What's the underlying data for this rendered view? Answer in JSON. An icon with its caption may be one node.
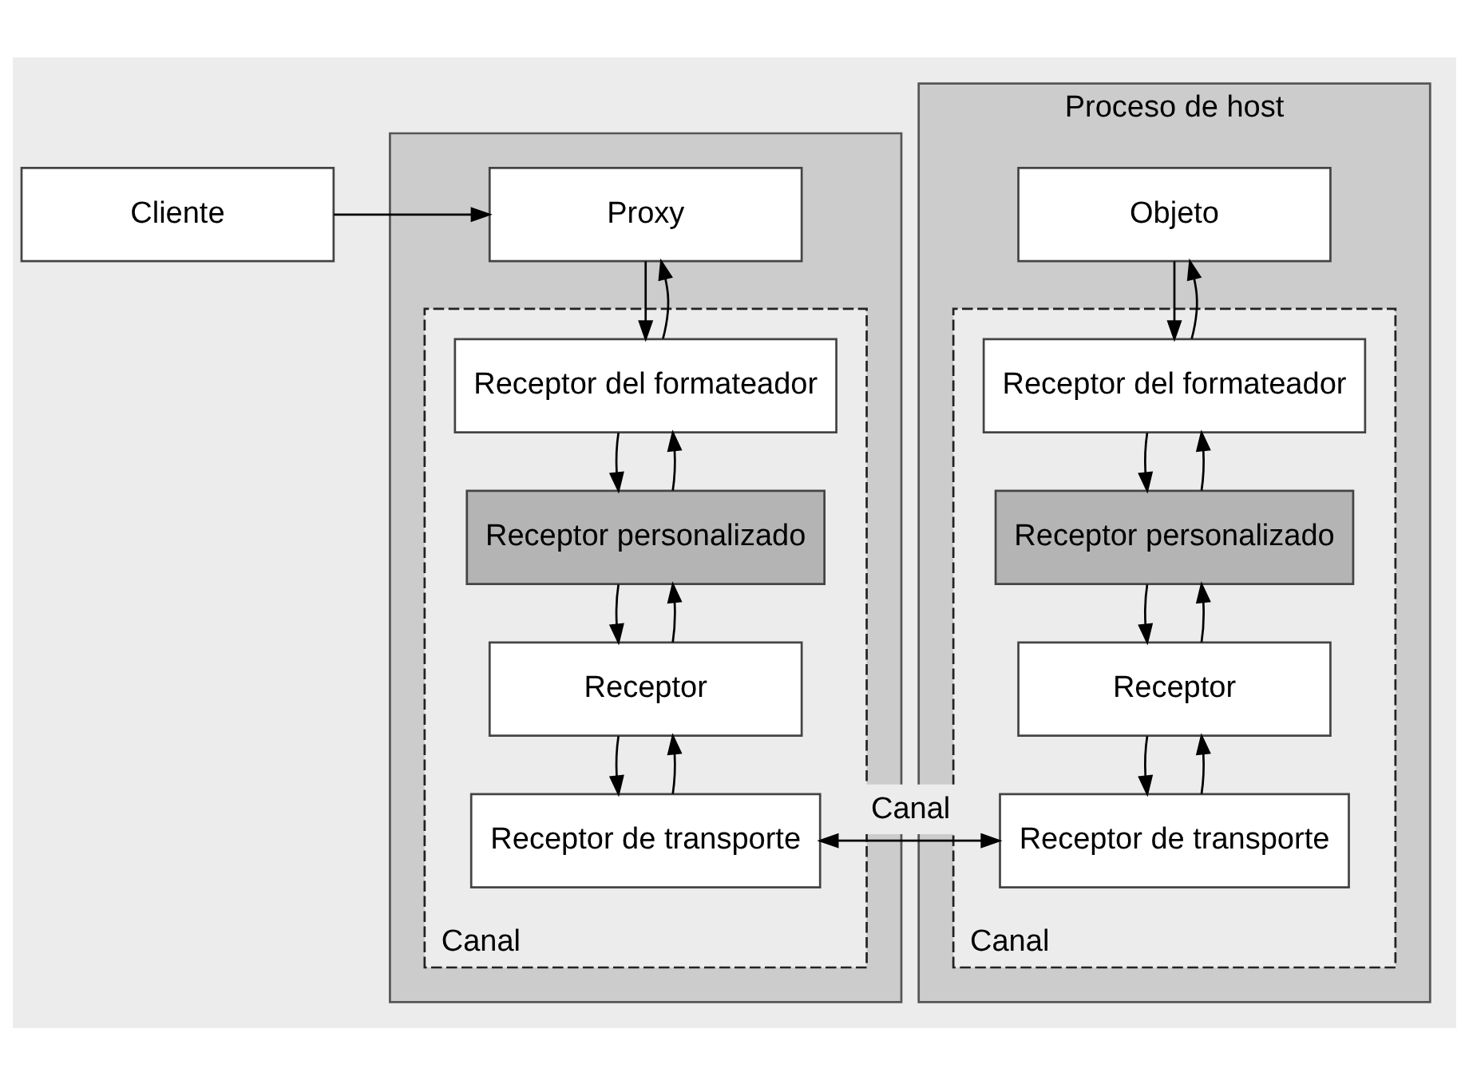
{
  "diagram": {
    "nodes": [
      {
        "text": [
          "Cliente"
        ]
      },
      {
        "text": [],
        "shape": "box"
      },
      {
        "text": [
          "Proxy"
        ],
        "in": 1
      },
      {
        "text": [
          "Canal"
        ],
        "in": 1
      },
      {
        "text": [
          "Receptor del formateador"
        ],
        "in": 3
      },
      {
        "text": [
          "Receptor personalizado"
        ],
        "in": 3
      },
      {
        "text": [
          "Receptor"
        ],
        "in": 3
      },
      {
        "text": [
          "Receptor de transporte"
        ],
        "in": 3
      },
      {
        "text": [
          "Proceso de host"
        ]
      },
      {
        "text": [
          "Objeto"
        ],
        "in": 8
      },
      {
        "text": [
          "Canal"
        ],
        "in": 8
      },
      {
        "text": [
          "Receptor del formateador"
        ],
        "in": 10
      },
      {
        "text": [
          "Receptor personalizado"
        ],
        "in": 10
      },
      {
        "text": [
          "Receptor"
        ],
        "in": 10
      },
      {
        "text": [
          "Receptor de transporte"
        ],
        "in": 10
      }
    ],
    "edges": [
      {
        "from": 0,
        "to": 2,
        "arrow": "to"
      },
      {
        "from": 2,
        "to": 4,
        "arrow": "to"
      },
      {
        "from": 4,
        "to": 2,
        "arrow": "to"
      },
      {
        "from": 4,
        "to": 5,
        "arrow": "to"
      },
      {
        "from": 5,
        "to": 4,
        "arrow": "to"
      },
      {
        "from": 5,
        "to": 6,
        "arrow": "to"
      },
      {
        "from": 6,
        "to": 5,
        "arrow": "to"
      },
      {
        "from": 6,
        "to": 7,
        "arrow": "to"
      },
      {
        "from": 7,
        "to": 6,
        "arrow": "to"
      },
      {
        "from": 9,
        "to": 11,
        "arrow": "to"
      },
      {
        "from": 11,
        "to": 9,
        "arrow": "to"
      },
      {
        "from": 11,
        "to": 12,
        "arrow": "to"
      },
      {
        "from": 12,
        "to": 11,
        "arrow": "to"
      },
      {
        "from": 12,
        "to": 13,
        "arrow": "to"
      },
      {
        "from": 13,
        "to": 12,
        "arrow": "to"
      },
      {
        "from": 13,
        "to": 14,
        "arrow": "to"
      },
      {
        "from": 14,
        "to": 13,
        "arrow": "to"
      },
      {
        "from": 7,
        "to": 14,
        "label": "Canal",
        "arrow": "both"
      }
    ]
  }
}
